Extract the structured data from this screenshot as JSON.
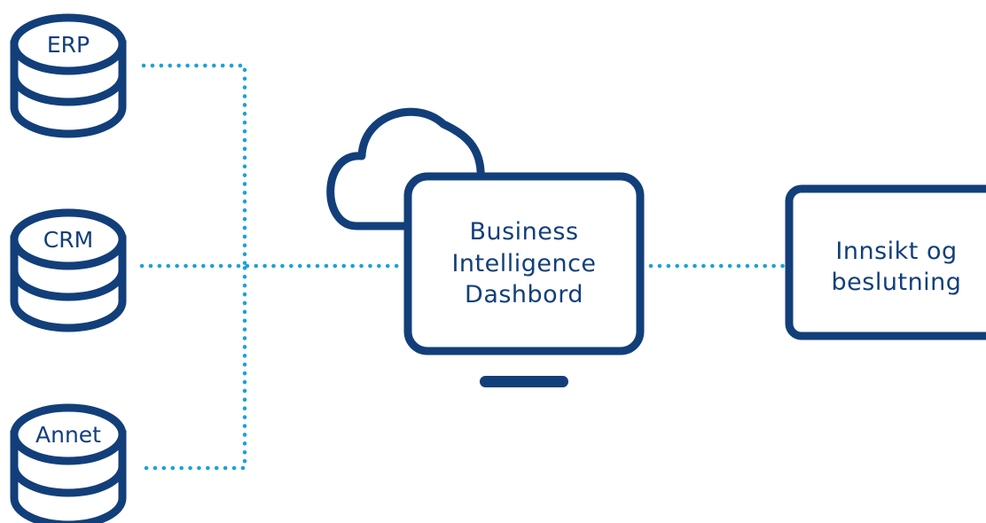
{
  "sources": [
    {
      "label": "ERP",
      "icon": "database-icon"
    },
    {
      "label": "CRM",
      "icon": "database-icon"
    },
    {
      "label": "Annet",
      "icon": "database-icon"
    }
  ],
  "dashboard": {
    "lines": [
      "Business",
      "Intelligence",
      "Dashbord"
    ],
    "icons": [
      "cloud-icon",
      "monitor-icon"
    ]
  },
  "output": {
    "lines": [
      "Innsikt og",
      "beslutning"
    ]
  },
  "colors": {
    "primary": "#123f7a",
    "connector": "#1ba1db",
    "background": "#ffffff"
  }
}
